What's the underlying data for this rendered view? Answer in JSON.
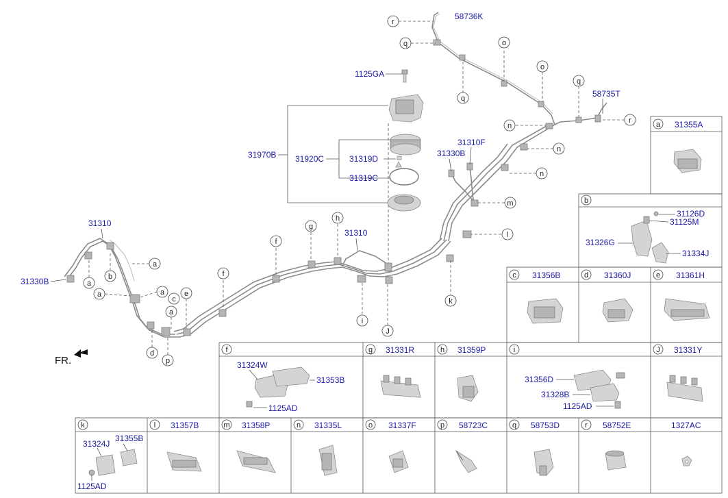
{
  "front_label": "FR.",
  "part_numbers": {
    "p58736K": "58736K",
    "p1125GA": "1125GA",
    "p58735T": "58735T",
    "p31970B": "31970B",
    "p31920C": "31920C",
    "p31319D": "31319D",
    "p31319C": "31319C",
    "p31310F": "31310F",
    "p31330B_top": "31330B",
    "p31310_left": "31310",
    "p31310_mid": "31310",
    "p31330B_left": "31330B"
  },
  "callouts": {
    "r1": "r",
    "q1": "q",
    "o1": "o",
    "o2": "o",
    "q2": "q",
    "q3": "q",
    "r2": "r",
    "n1": "n",
    "n2": "n",
    "n3": "n",
    "m": "m",
    "l": "l",
    "k": "k",
    "a1": "a",
    "a2": "a",
    "a3": "a",
    "a4": "a",
    "b": "b",
    "c": "c",
    "d": "d",
    "e": "e",
    "f": "f",
    "g": "g",
    "h": "h",
    "i": "i",
    "j": "J",
    "p": "p"
  },
  "legend": [
    {
      "letter": "a",
      "part": "31355A"
    },
    {
      "letter": "b",
      "part": ""
    },
    {
      "letter": "c",
      "part": "31356B"
    },
    {
      "letter": "d",
      "part": "31360J"
    },
    {
      "letter": "e",
      "part": "31361H"
    },
    {
      "letter": "f",
      "part": ""
    },
    {
      "letter": "g",
      "part": "31331R"
    },
    {
      "letter": "h",
      "part": "31359P"
    },
    {
      "letter": "i",
      "part": ""
    },
    {
      "letter": "J",
      "part": "31331Y"
    },
    {
      "letter": "k",
      "part": ""
    },
    {
      "letter": "l",
      "part": "31357B"
    },
    {
      "letter": "m",
      "part": "31358P"
    },
    {
      "letter": "n",
      "part": "31335L"
    },
    {
      "letter": "o",
      "part": "31337F"
    },
    {
      "letter": "p",
      "part": "58723C"
    },
    {
      "letter": "q",
      "part": "58753D"
    },
    {
      "letter": "r",
      "part": "58752E"
    },
    {
      "letter": "",
      "part": "1327AC"
    }
  ],
  "sub_parts": {
    "b": [
      "31126D",
      "31125M",
      "31326G",
      "31334J"
    ],
    "f": [
      "31324W",
      "31353B",
      "1125AD"
    ],
    "i": [
      "31356D",
      "31328B",
      "1125AD"
    ],
    "k": [
      "31324J",
      "31355B",
      "1125AD"
    ]
  }
}
